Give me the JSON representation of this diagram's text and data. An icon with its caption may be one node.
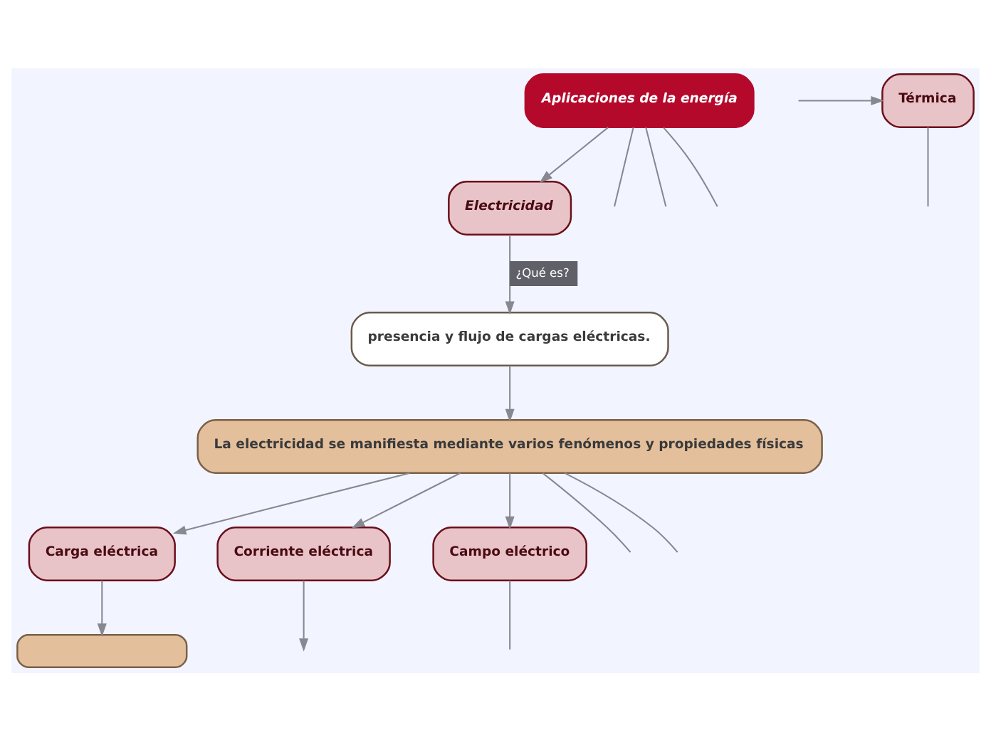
{
  "diagram": {
    "nodes": [
      {
        "text": [
          "Aplicaciones de la energía"
        ]
      },
      {
        "text": [
          "Electricidad"
        ]
      },
      {
        "text": [
          "presencia y flujo de cargas eléctricas."
        ]
      },
      {
        "text": [
          "La electricidad se manifiesta mediante varios fenómenos y propiedades físicas"
        ]
      },
      {
        "text": [
          "Térmica"
        ]
      },
      {
        "text": [
          "Carga eléctrica"
        ]
      },
      {
        "text": [
          "Corriente eléctrica"
        ]
      },
      {
        "text": [
          "Campo eléctrico"
        ]
      },
      {
        "text": [],
        "shape": "box"
      }
    ],
    "edges": [
      {
        "from": 0,
        "to": null,
        "arrow": "none"
      },
      {
        "from": 0,
        "to": null,
        "arrow": "none"
      },
      {
        "from": 0,
        "to": null,
        "arrow": "none"
      },
      {
        "from": 0,
        "to": 1,
        "arrow": "to"
      },
      {
        "from": 1,
        "to": 2,
        "arrow": "to",
        "label": "¿Qué es?"
      },
      {
        "from": 2,
        "to": 3,
        "arrow": "to"
      },
      {
        "from": 3,
        "to": 5,
        "arrow": "to"
      },
      {
        "from": 3,
        "to": 6,
        "arrow": "to"
      },
      {
        "from": 3,
        "to": 7,
        "arrow": "to"
      },
      {
        "from": 3,
        "to": null,
        "arrow": "none"
      },
      {
        "from": 3,
        "to": null,
        "arrow": "none"
      },
      {
        "from": 4,
        "to": null,
        "arrow": "none"
      },
      {
        "from": null,
        "to": 4,
        "arrow": "to"
      },
      {
        "from": 5,
        "to": 8,
        "arrow": "to"
      },
      {
        "from": 6,
        "to": null,
        "arrow": "to"
      },
      {
        "from": 7,
        "to": null,
        "arrow": "none"
      }
    ]
  }
}
